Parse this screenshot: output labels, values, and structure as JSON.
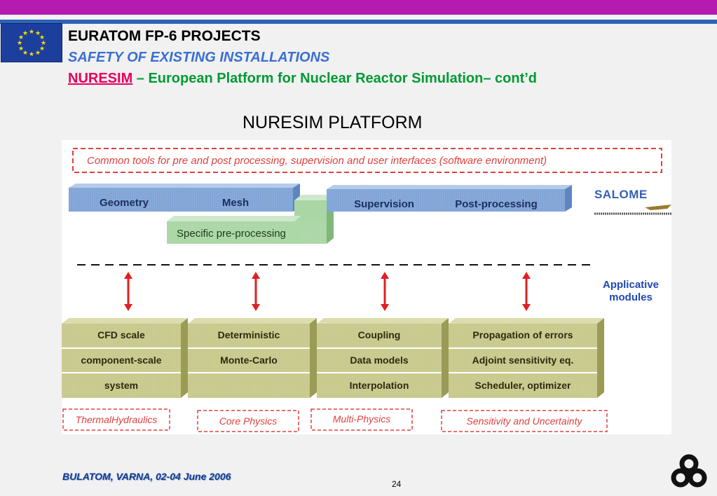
{
  "header": {
    "title": "EURATOM FP-6  PROJECTS",
    "subtitle": "SAFETY OF EXISTING INSTALLATIONS",
    "project_name": "NURESIM",
    "project_desc": " – European Platform for Nuclear Reactor Simulation– cont’d"
  },
  "diagram": {
    "title": "NURESIM PLATFORM",
    "common_tools": "Common tools for pre and post processing, supervision and user interfaces (software environment)",
    "top_blocks": {
      "geometry": "Geometry",
      "mesh": "Mesh",
      "supervision": "Supervision",
      "post_processing": "Post-processing",
      "specific_pre_processing": "Specific pre-processing"
    },
    "salome": "SALOME",
    "applicative_modules": [
      "Applicative",
      "modules"
    ],
    "columns": [
      {
        "rows": [
          "CFD scale",
          "component-scale",
          "system"
        ],
        "category": "ThermalHydraulics"
      },
      {
        "rows": [
          "Deterministic",
          "Monte-Carlo",
          ""
        ],
        "category": "Core Physics"
      },
      {
        "rows": [
          "Coupling",
          "Data models",
          "Interpolation"
        ],
        "category": "Multi-Physics"
      },
      {
        "rows": [
          "Propagation of errors",
          "Adjoint sensitivity eq.",
          "Scheduler, optimizer"
        ],
        "category": "Sensitivity and Uncertainty"
      }
    ],
    "colors": {
      "blue_block": "#7fa3d6",
      "green_block": "#a9d6a4",
      "olive_block": "#c7c88a",
      "arrow": "#e02020",
      "dashed": "#e04040"
    }
  },
  "footer": {
    "left": "BULATOM, VARNA, 02-04 June 2006",
    "page": "24"
  }
}
